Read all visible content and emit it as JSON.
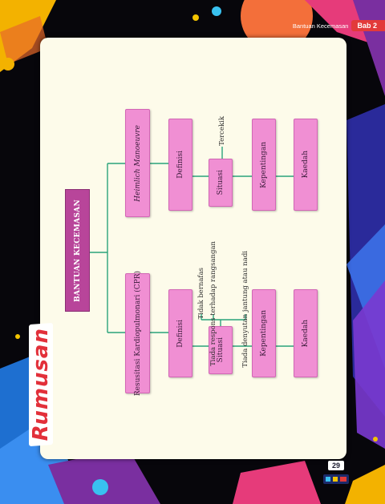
{
  "header": {
    "title": "Bantuan Kecemasan",
    "chapter": "Bab 2"
  },
  "sidebar_label": "Rumusan",
  "page_number": "29",
  "diagram": {
    "root": "BANTUAN KECEMASAN",
    "branches": [
      {
        "title": "Heimlich Manoeuvre",
        "nodes": [
          "Definisi",
          "Situasi",
          "Kepentingan",
          "Kaedah"
        ],
        "situasi": [
          "Tercekik"
        ]
      },
      {
        "title": "Resusitasi Kardiopulmonari (CPR)",
        "nodes": [
          "Definisi",
          "Situasi",
          "Kepentingan",
          "Kaedah"
        ],
        "situasi": [
          "Tidak bernafas",
          "Tiada respons terhadap rangsangan",
          "Tiada denyutan jantung atau nadi"
        ]
      }
    ]
  },
  "colors": {
    "root_box": "#b8459a",
    "node_box": "#f08fd3",
    "connector": "#2aa37a",
    "paper": "#fdfbea",
    "badge": "#e23a3a"
  }
}
